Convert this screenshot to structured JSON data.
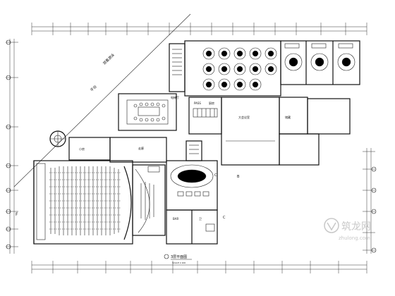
{
  "drawing": {
    "title": "3层平面图",
    "scale": "SCALE 1:100",
    "diagonal_label": "观看游泳",
    "annotation": "平台",
    "side_label": "F",
    "row_label": "C",
    "bottom_right_label": "C",
    "axis_mark": "B"
  },
  "rooms": {
    "lift_hall": "电梯厅",
    "pass": "PASS",
    "kitchen": "厨房",
    "bar": "BAR",
    "small_room": "小房",
    "store": "储藏",
    "big_room": "大会议室",
    "toilet": "卫",
    "corridor": "走廊"
  },
  "watermark": {
    "cn": "筑龙网",
    "en": "zhulong.com"
  },
  "colors": {
    "line": "#111111",
    "background": "#ffffff",
    "watermark": "#c8c8c8"
  }
}
